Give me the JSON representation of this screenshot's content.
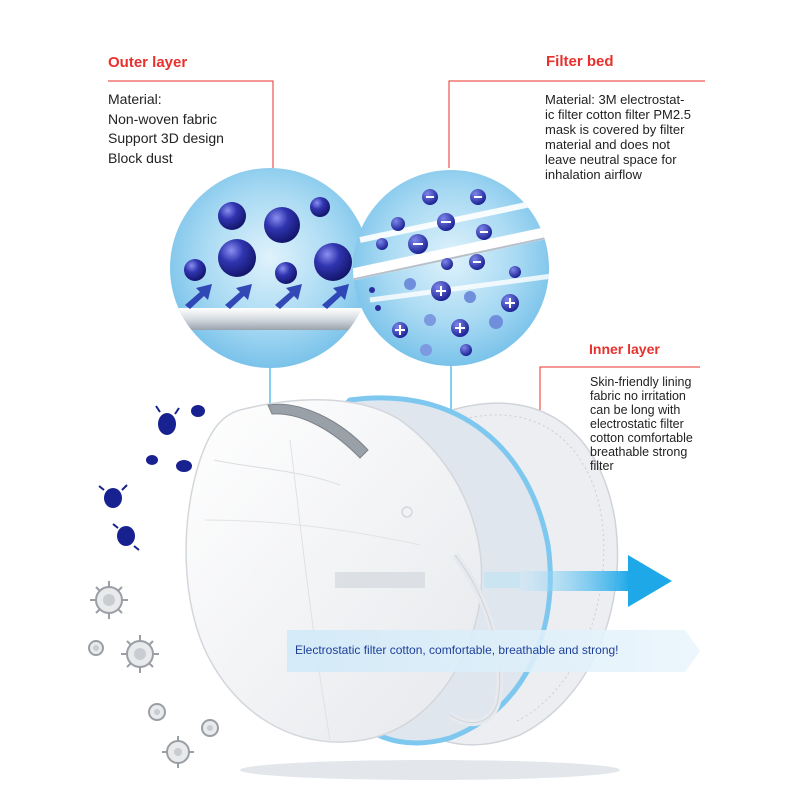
{
  "outer_layer": {
    "title": "Outer layer",
    "lines": [
      "Material:",
      "Non-woven fabric",
      "Support 3D design",
      "Block dust"
    ]
  },
  "filter_bed": {
    "title": "Filter bed",
    "lines": [
      "Material: 3M electrostat-",
      "ic filter cotton filter PM2.5",
      "mask is covered by filter",
      "material and does not",
      "leave neutral space for",
      "inhalation airflow"
    ]
  },
  "inner_layer": {
    "title": "Inner layer",
    "lines": [
      "Skin-friendly lining",
      "fabric no irritation",
      "can be long with",
      "electrostatic filter",
      "cotton comfortable",
      "breathable strong",
      "filter"
    ]
  },
  "banner": {
    "text": "Electrostatic filter cotton, comfortable, breathable and strong!"
  },
  "colors": {
    "accent_red": "#e8302c",
    "circle_blue": "#8fcdee",
    "sphere_blue": "#2b2d9e",
    "arrow_blue": "#1ea8e8",
    "germ_blue": "#17218f"
  }
}
